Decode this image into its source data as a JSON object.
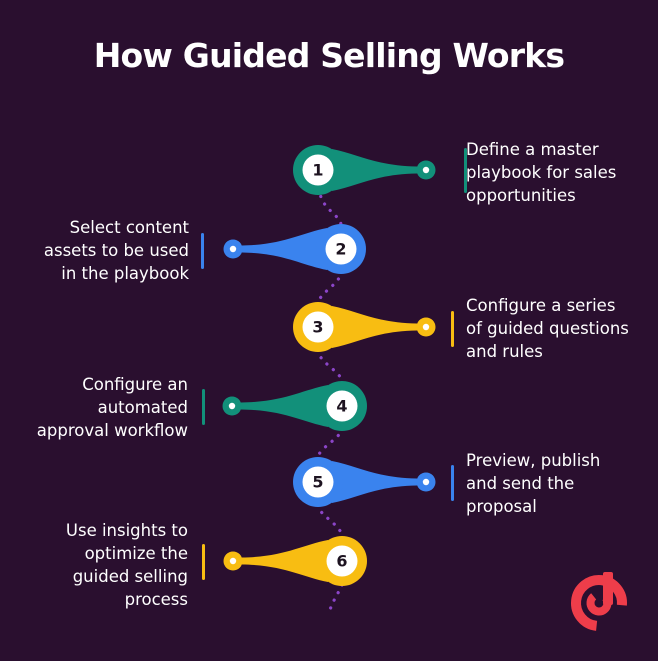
{
  "title": "How Guided Selling Works",
  "colors": {
    "background": "#2a0f2f",
    "dots": "#8b45c8",
    "teal": "#12907a",
    "blue": "#3a83ee",
    "yellow": "#f8bd12",
    "logo": "#ee3d4a"
  },
  "steps": [
    {
      "number": "1",
      "color": "teal",
      "side": "right",
      "lines": [
        "Define a master",
        "playbook for sales",
        "opportunities"
      ]
    },
    {
      "number": "2",
      "color": "blue",
      "side": "left",
      "lines": [
        "Select content",
        "assets to be used",
        "in the playbook"
      ]
    },
    {
      "number": "3",
      "color": "yellow",
      "side": "right",
      "lines": [
        "Configure a series",
        "of guided questions",
        "and rules"
      ]
    },
    {
      "number": "4",
      "color": "teal",
      "side": "left",
      "lines": [
        "Configure an",
        "automated",
        "approval workflow"
      ]
    },
    {
      "number": "5",
      "color": "blue",
      "side": "right",
      "lines": [
        "Preview, publish",
        "and send the",
        "proposal"
      ]
    },
    {
      "number": "6",
      "color": "yellow",
      "side": "left",
      "lines": [
        "Use insights to",
        "optimize the",
        "guided selling",
        "process"
      ]
    }
  ],
  "logo": {
    "icon": "brand-logo-icon"
  }
}
